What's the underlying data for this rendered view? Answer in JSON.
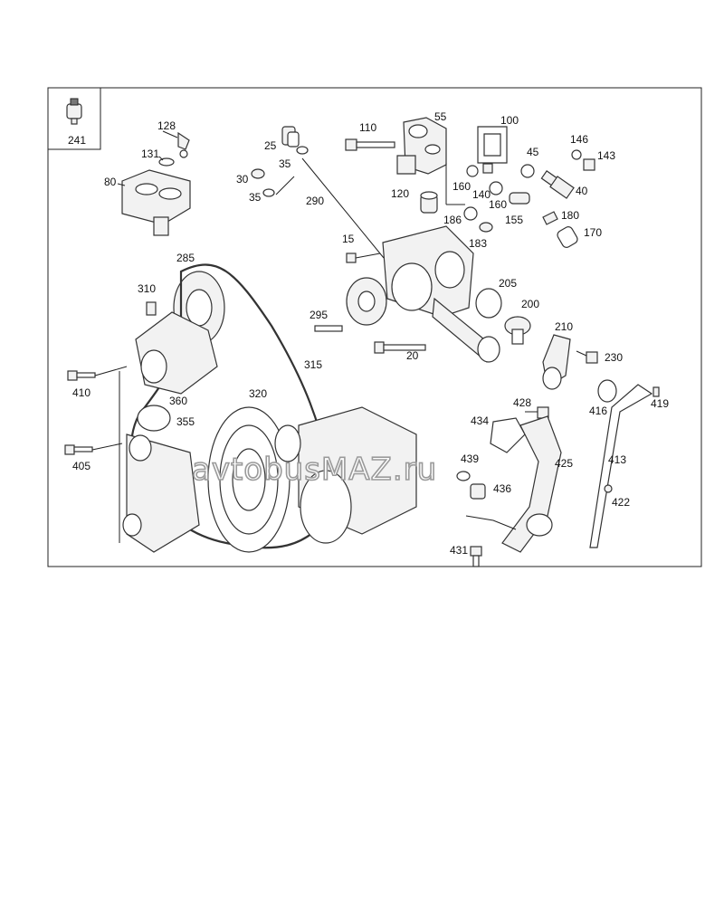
{
  "inset": {
    "label": "241"
  },
  "watermark": "avtobusMAZ.ru",
  "labels": [
    {
      "id": "128",
      "text": "128"
    },
    {
      "id": "131",
      "text": "131"
    },
    {
      "id": "80",
      "text": "80"
    },
    {
      "id": "25",
      "text": "25"
    },
    {
      "id": "35a",
      "text": "35"
    },
    {
      "id": "30",
      "text": "30"
    },
    {
      "id": "35b",
      "text": "35"
    },
    {
      "id": "290",
      "text": "290"
    },
    {
      "id": "110",
      "text": "110"
    },
    {
      "id": "55",
      "text": "55"
    },
    {
      "id": "100",
      "text": "100"
    },
    {
      "id": "146",
      "text": "146"
    },
    {
      "id": "143",
      "text": "143"
    },
    {
      "id": "45",
      "text": "45"
    },
    {
      "id": "40",
      "text": "40"
    },
    {
      "id": "160a",
      "text": "160"
    },
    {
      "id": "140",
      "text": "140"
    },
    {
      "id": "160b",
      "text": "160"
    },
    {
      "id": "120",
      "text": "120"
    },
    {
      "id": "186",
      "text": "186"
    },
    {
      "id": "183",
      "text": "183"
    },
    {
      "id": "155",
      "text": "155"
    },
    {
      "id": "180",
      "text": "180"
    },
    {
      "id": "170",
      "text": "170"
    },
    {
      "id": "15",
      "text": "15"
    },
    {
      "id": "285",
      "text": "285"
    },
    {
      "id": "310",
      "text": "310"
    },
    {
      "id": "205",
      "text": "205"
    },
    {
      "id": "200",
      "text": "200"
    },
    {
      "id": "295",
      "text": "295"
    },
    {
      "id": "210",
      "text": "210"
    },
    {
      "id": "20",
      "text": "20"
    },
    {
      "id": "230",
      "text": "230"
    },
    {
      "id": "315",
      "text": "315"
    },
    {
      "id": "410",
      "text": "410"
    },
    {
      "id": "320",
      "text": "320"
    },
    {
      "id": "360",
      "text": "360"
    },
    {
      "id": "416",
      "text": "416"
    },
    {
      "id": "419",
      "text": "419"
    },
    {
      "id": "428",
      "text": "428"
    },
    {
      "id": "434",
      "text": "434"
    },
    {
      "id": "355",
      "text": "355"
    },
    {
      "id": "405",
      "text": "405"
    },
    {
      "id": "439",
      "text": "439"
    },
    {
      "id": "425",
      "text": "425"
    },
    {
      "id": "413",
      "text": "413"
    },
    {
      "id": "436",
      "text": "436"
    },
    {
      "id": "422",
      "text": "422"
    },
    {
      "id": "431",
      "text": "431"
    }
  ]
}
